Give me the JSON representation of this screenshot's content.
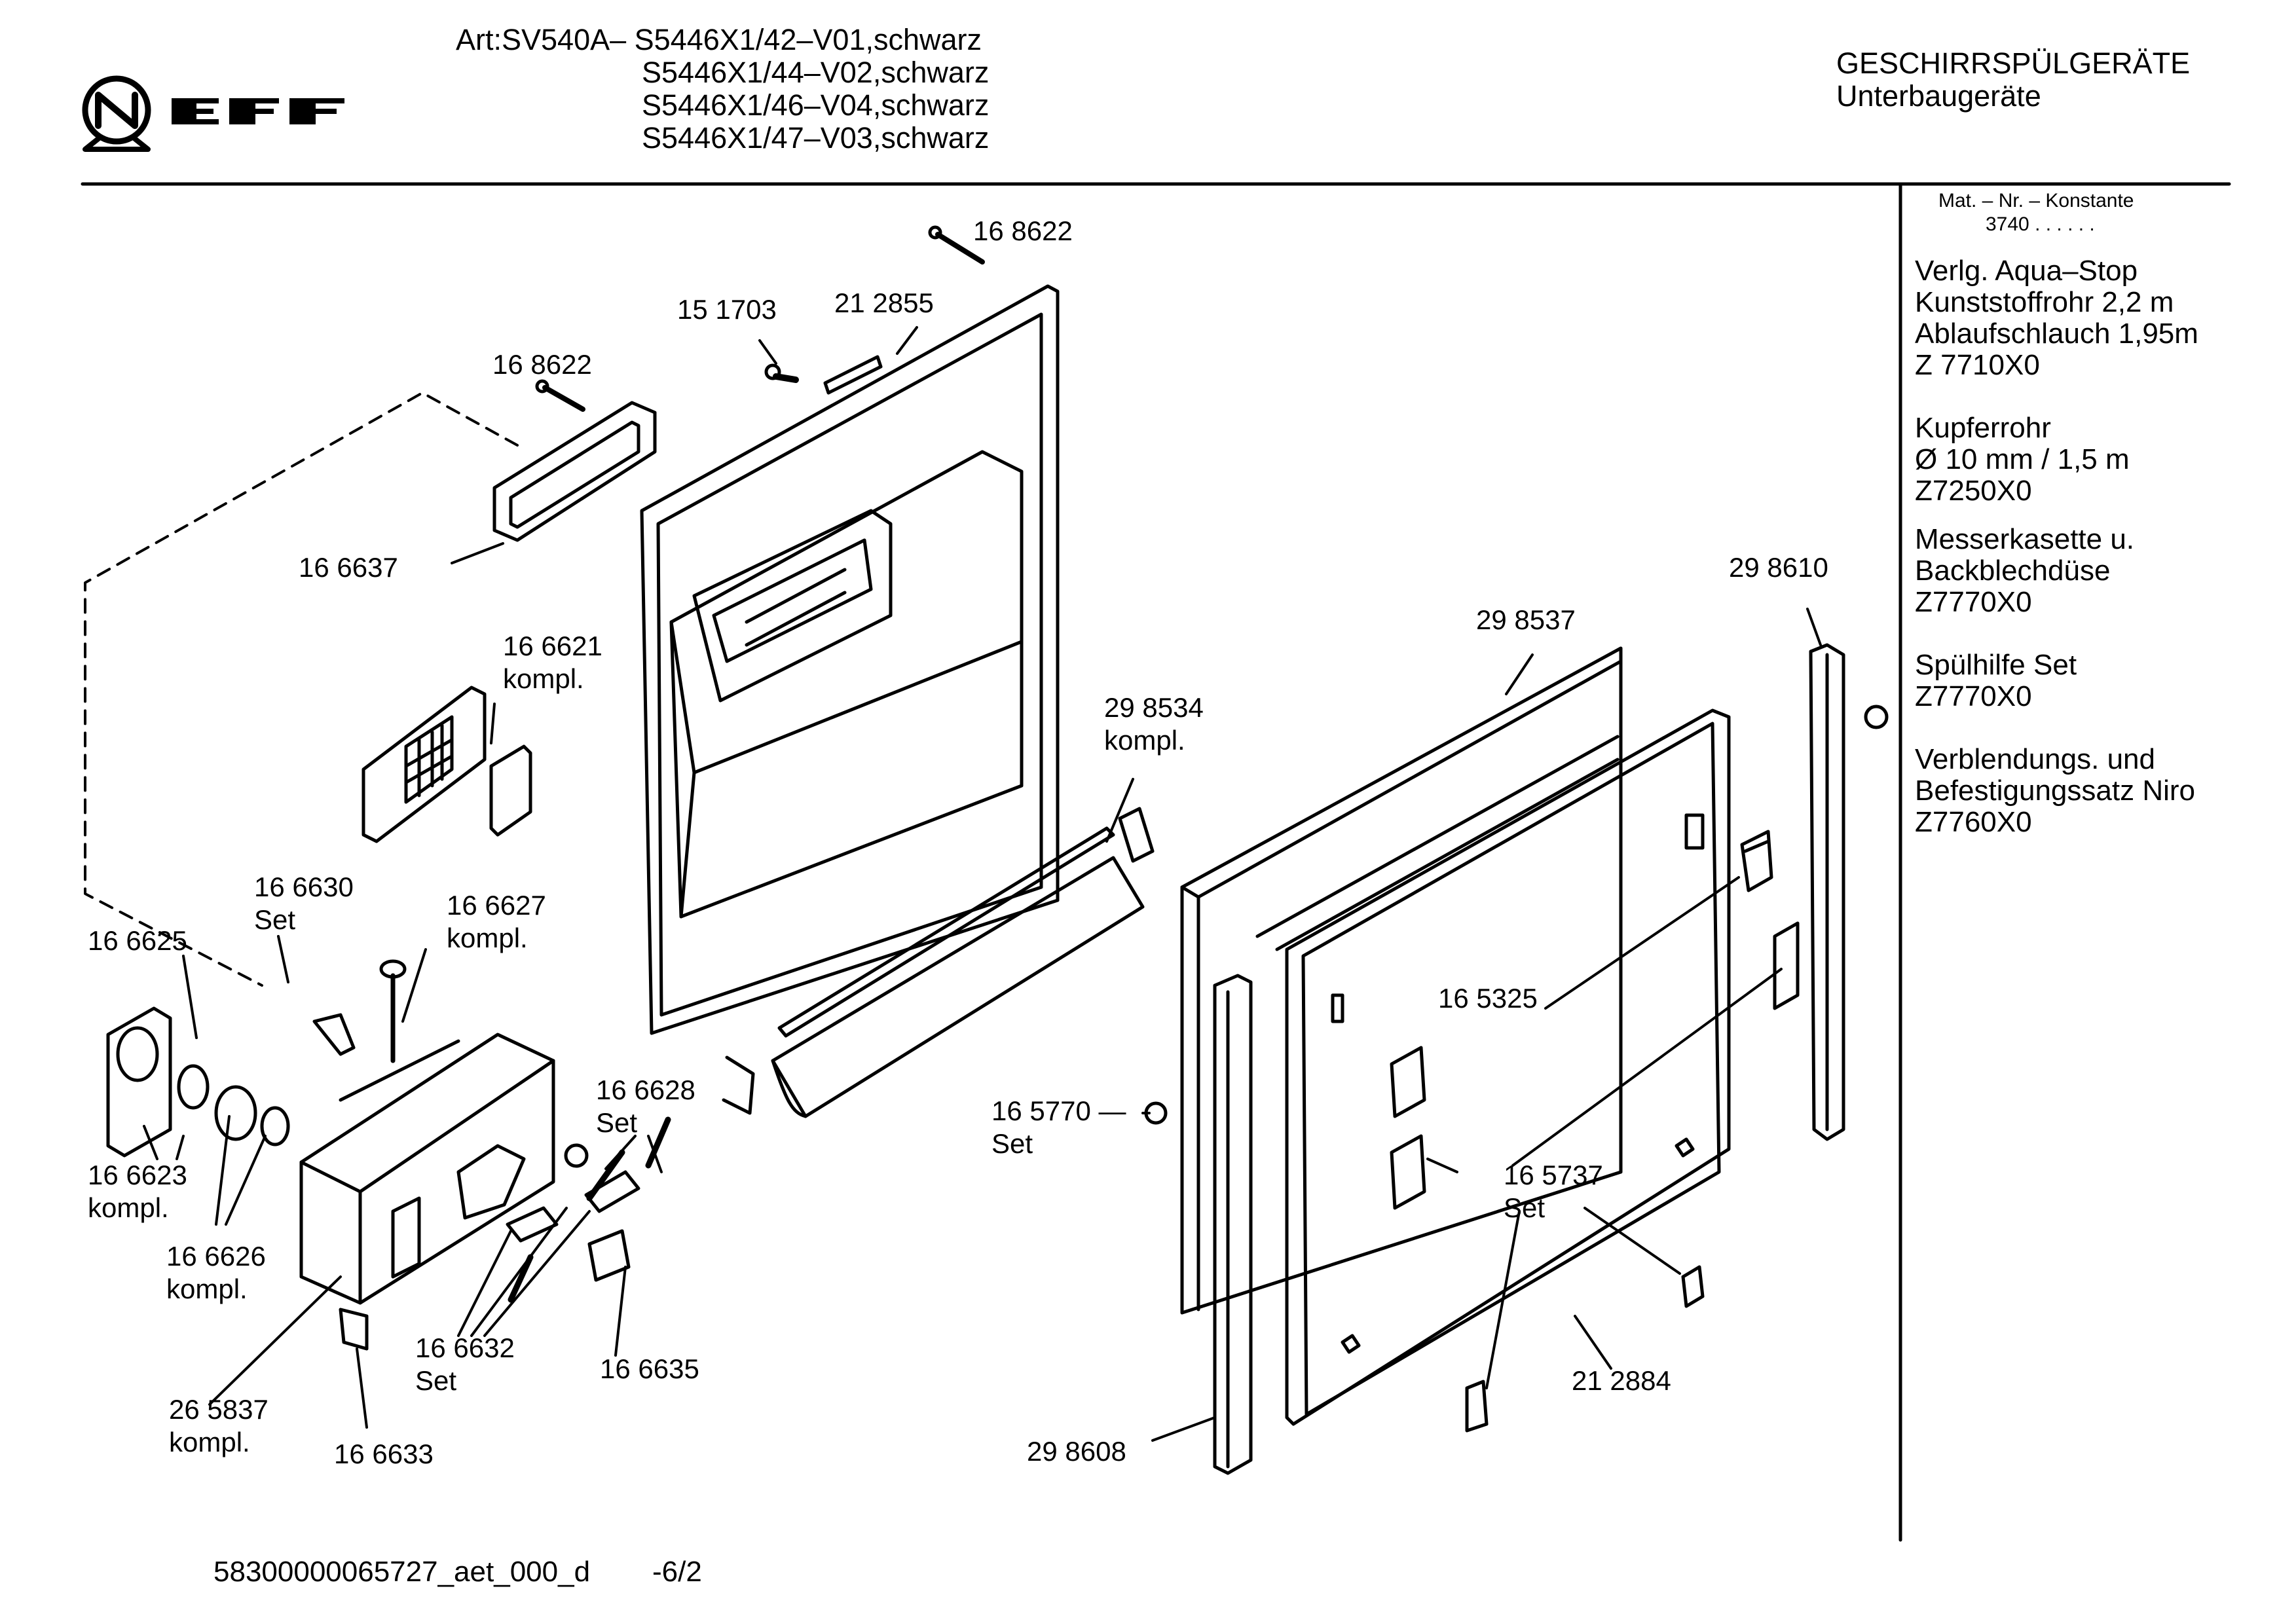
{
  "brand": {
    "name": "NEFF"
  },
  "header": {
    "art_lines": [
      "Art:SV540A– S5446X1/42–V01,schwarz",
      "S5446X1/44–V02,schwarz",
      "S5446X1/46–V04,schwarz",
      "S5446X1/47–V03,schwarz"
    ],
    "category": "GESCHIRRSPÜLGERÄTE",
    "subcategory": "Unterbaugeräte"
  },
  "sidebar": {
    "mat_title": "Mat. – Nr. – Konstante",
    "mat_value": "3740  .  .  .  .  .  .",
    "groups": [
      {
        "lines": [
          "Verlg. Aqua–Stop",
          "Kunststoffrohr 2,2 m",
          "Ablaufschlauch 1,95m",
          "Z 7710X0"
        ]
      },
      {
        "lines": [
          "Kupferrohr",
          "Ø 10 mm / 1,5 m",
          "Z7250X0"
        ]
      },
      {
        "lines": [
          "Messerkasette u.",
          "Backblechdüse",
          "Z7770X0"
        ]
      },
      {
        "lines": [
          "Spülhilfe Set",
          "Z7770X0"
        ]
      },
      {
        "lines": [
          "Verblendungs. und",
          "Befestigungssatz Niro",
          "Z7760X0"
        ]
      }
    ]
  },
  "parts": [
    {
      "num": "16 8622"
    },
    {
      "num": "15 1703"
    },
    {
      "num": "21 2855"
    },
    {
      "num": "16 8622"
    },
    {
      "num": "16 6637"
    },
    {
      "num": "16 6621",
      "sub": "kompl."
    },
    {
      "num": "29 8534",
      "sub": "kompl."
    },
    {
      "num": "29 8537"
    },
    {
      "num": "29 8610"
    },
    {
      "num": "16 6630",
      "sub": "Set"
    },
    {
      "num": "16 6627",
      "sub": "kompl."
    },
    {
      "num": "16 6625"
    },
    {
      "num": "16 5325"
    },
    {
      "num": "16 6628",
      "sub": "Set"
    },
    {
      "num": "16 5770 —",
      "sub": "Set"
    },
    {
      "num": "16 6623",
      "sub": "kompl."
    },
    {
      "num": "16 6626",
      "sub": "kompl."
    },
    {
      "num": "16 5737",
      "sub": "Set"
    },
    {
      "num": "16 6632",
      "sub": "Set"
    },
    {
      "num": "16 6635"
    },
    {
      "num": "21 2884"
    },
    {
      "num": "26 5837",
      "sub": "kompl."
    },
    {
      "num": "16 6633"
    },
    {
      "num": "29 8608"
    }
  ],
  "footer": {
    "doc_id": "58300000065727_aet_000_d",
    "page": "-6/2"
  }
}
